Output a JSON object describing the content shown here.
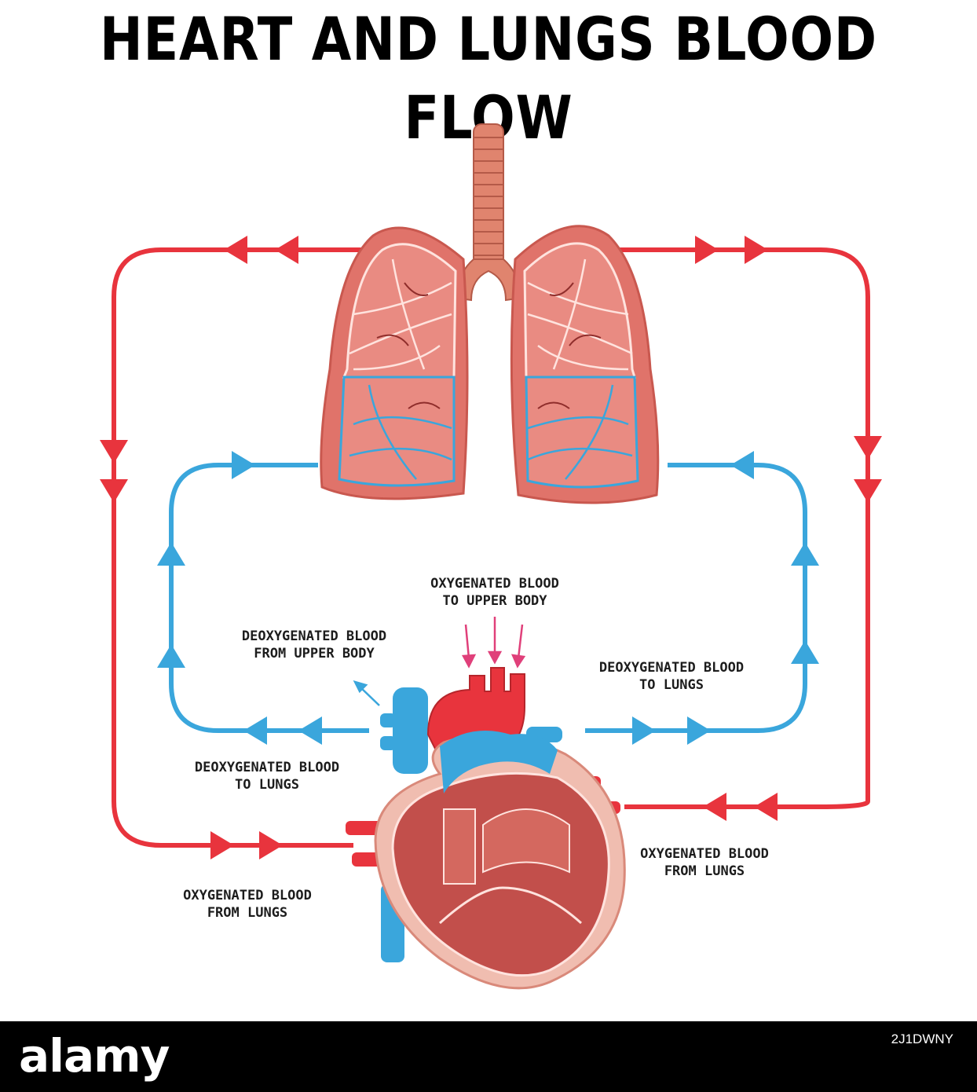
{
  "title": "HEART AND LUNGS BLOOD FLOW",
  "labels": {
    "oxy_upper_1": "OXYGENATED BLOOD",
    "oxy_upper_2": "TO UPPER BODY",
    "deoxy_upper_1": "DEOXYGENATED BLOOD",
    "deoxy_upper_2": "FROM UPPER BODY",
    "deoxy_lungs_right_1": "DEOXYGENATED BLOOD",
    "deoxy_lungs_right_2": "TO LUNGS",
    "deoxy_lungs_left_1": "DEOXYGENATED BLOOD",
    "deoxy_lungs_left_2": "TO LUNGS",
    "oxy_from_left_1": "OXYGENATED BLOOD",
    "oxy_from_left_2": "FROM LUNGS",
    "oxy_from_right_1": "OXYGENATED BLOOD",
    "oxy_from_right_2": "FROM LUNGS"
  },
  "footer": {
    "brand": "alamy",
    "image_id": "2J1DWNY"
  },
  "colors": {
    "oxygenated": "#e8343d",
    "deoxygenated": "#3aa6dc",
    "lung_fill": "#e0736a",
    "trachea": "#e0846e"
  }
}
